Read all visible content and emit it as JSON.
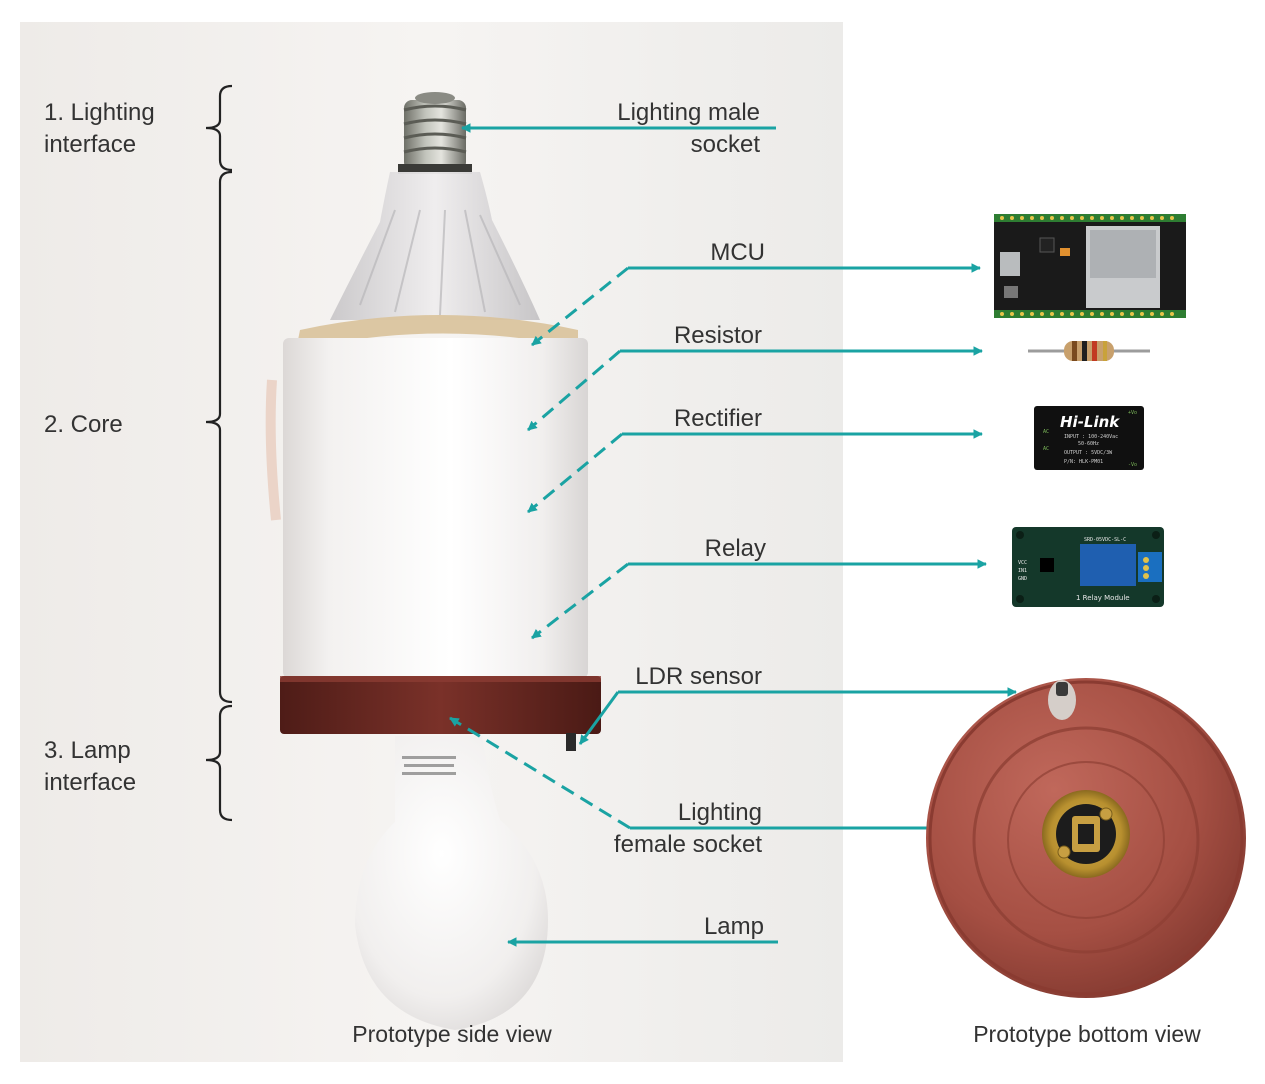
{
  "colors": {
    "background": "#ffffff",
    "photo_background": "#f3f0ed",
    "callout_teal": "#1aa3a3",
    "text": "#333333",
    "base_ring_brown": "#6b2a22",
    "bottom_disc_brown": "#a85448"
  },
  "sections": [
    {
      "id": "lighting-interface",
      "lines": [
        "1. Lighting",
        "interface"
      ]
    },
    {
      "id": "core",
      "lines": [
        "2. Core"
      ]
    },
    {
      "id": "lamp-interface",
      "lines": [
        "3. Lamp",
        "interface"
      ]
    }
  ],
  "callouts": {
    "lighting_male_socket": [
      "Lighting male",
      "socket"
    ],
    "mcu": "MCU",
    "resistor": "Resistor",
    "rectifier": "Rectifier",
    "relay": "Relay",
    "ldr_sensor": "LDR sensor",
    "lighting_female_socket": [
      "Lighting",
      "female socket"
    ],
    "lamp": "Lamp"
  },
  "components": {
    "rectifier_brand": "Hi-Link",
    "rectifier_lines": [
      "INPUT : 100-240Vac",
      "50-60Hz",
      "OUTPUT : 5VDC/3W",
      "P/N: HLK-PM01"
    ],
    "rectifier_pins": [
      "AC",
      "AC",
      "+Vo",
      "-Vo"
    ],
    "relay_module_label": "1 Relay Module",
    "relay_pins": [
      "VCC",
      "IN1",
      "GND"
    ],
    "relay_spec": "SRD-05VDC-SL-C"
  },
  "captions": {
    "side_view": "Prototype side view",
    "bottom_view": "Prototype bottom view"
  }
}
